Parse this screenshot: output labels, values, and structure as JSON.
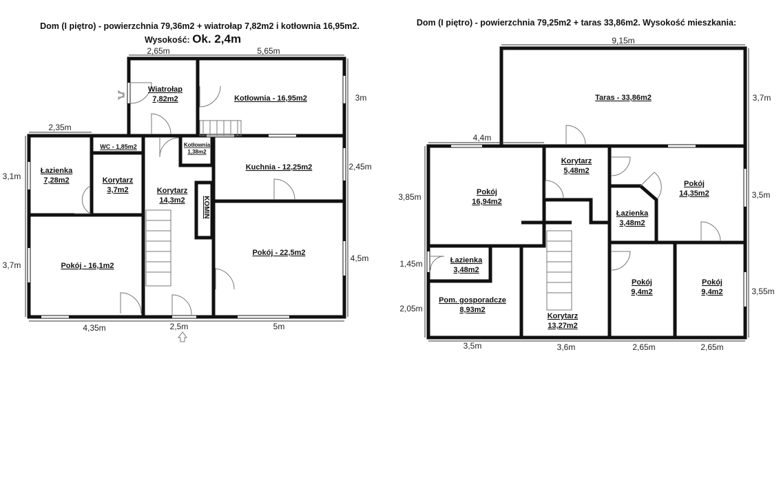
{
  "left_plan": {
    "title_line1": "Dom (I piętro) - powierzchnia 79,36m2 + wiatrołap 7,82m2 i kotłownia 16,95m2.",
    "title_height_label": "Wysokość:",
    "title_height_value": "Ok. 2,4m",
    "rooms": {
      "wiatrolap": [
        "Wiatrołap",
        "7,82m2"
      ],
      "kotlownia": "Kotłownia - 16,95m2",
      "wc": "WC - 1,85m2",
      "kotlownia_small": [
        "Kotłownia",
        "1,38m2"
      ],
      "lazienka": [
        "Łazienka",
        "7,28m2"
      ],
      "korytarz_small": [
        "Korytarz",
        "3,7m2"
      ],
      "korytarz": [
        "Korytarz",
        "14,3m2"
      ],
      "komin": "KOMIN",
      "kuchnia": "Kuchnia - 12,25m2",
      "pokoj_22": "Pokój - 22,5m2",
      "pokoj_16": "Pokój - 16,1m2"
    },
    "dimensions": [
      "2,65m",
      "5,65m",
      "2,35m",
      "3m",
      "3,1m",
      "2,45m",
      "3,7m",
      "4,5m",
      "4,35m",
      "2,5m",
      "5m"
    ]
  },
  "right_plan": {
    "title": "Dom (I piętro) - powierzchnia 79,25m2 + taras 33,86m2. Wysokość mieszkania:",
    "rooms": {
      "taras": "Taras - 33,86m2",
      "pokoj_1694": [
        "Pokój",
        "16,94m2"
      ],
      "korytarz_548": [
        "Korytarz",
        "5,48m2"
      ],
      "pokoj_1435": [
        "Pokój",
        "14,35m2"
      ],
      "lazienka_right": [
        "Łazienka",
        "3,48m2"
      ],
      "lazienka_left": [
        "Łazienka",
        "3,48m2"
      ],
      "pom_gosp": [
        "Pom. gosporadcze",
        "8,93m2"
      ],
      "korytarz_1327": [
        "Korytarz",
        "13,27m2"
      ],
      "pokoj_94a": [
        "Pokój",
        "9,4m2"
      ],
      "pokoj_94b": [
        "Pokój",
        "9,4m2"
      ]
    },
    "dimensions": [
      "9,15m",
      "3,7m",
      "4,4m",
      "3,85m",
      "3,5m",
      "1,45m",
      "2,05m",
      "3,55m",
      "3,5m",
      "3,6m",
      "2,65m",
      "2,65m"
    ]
  }
}
